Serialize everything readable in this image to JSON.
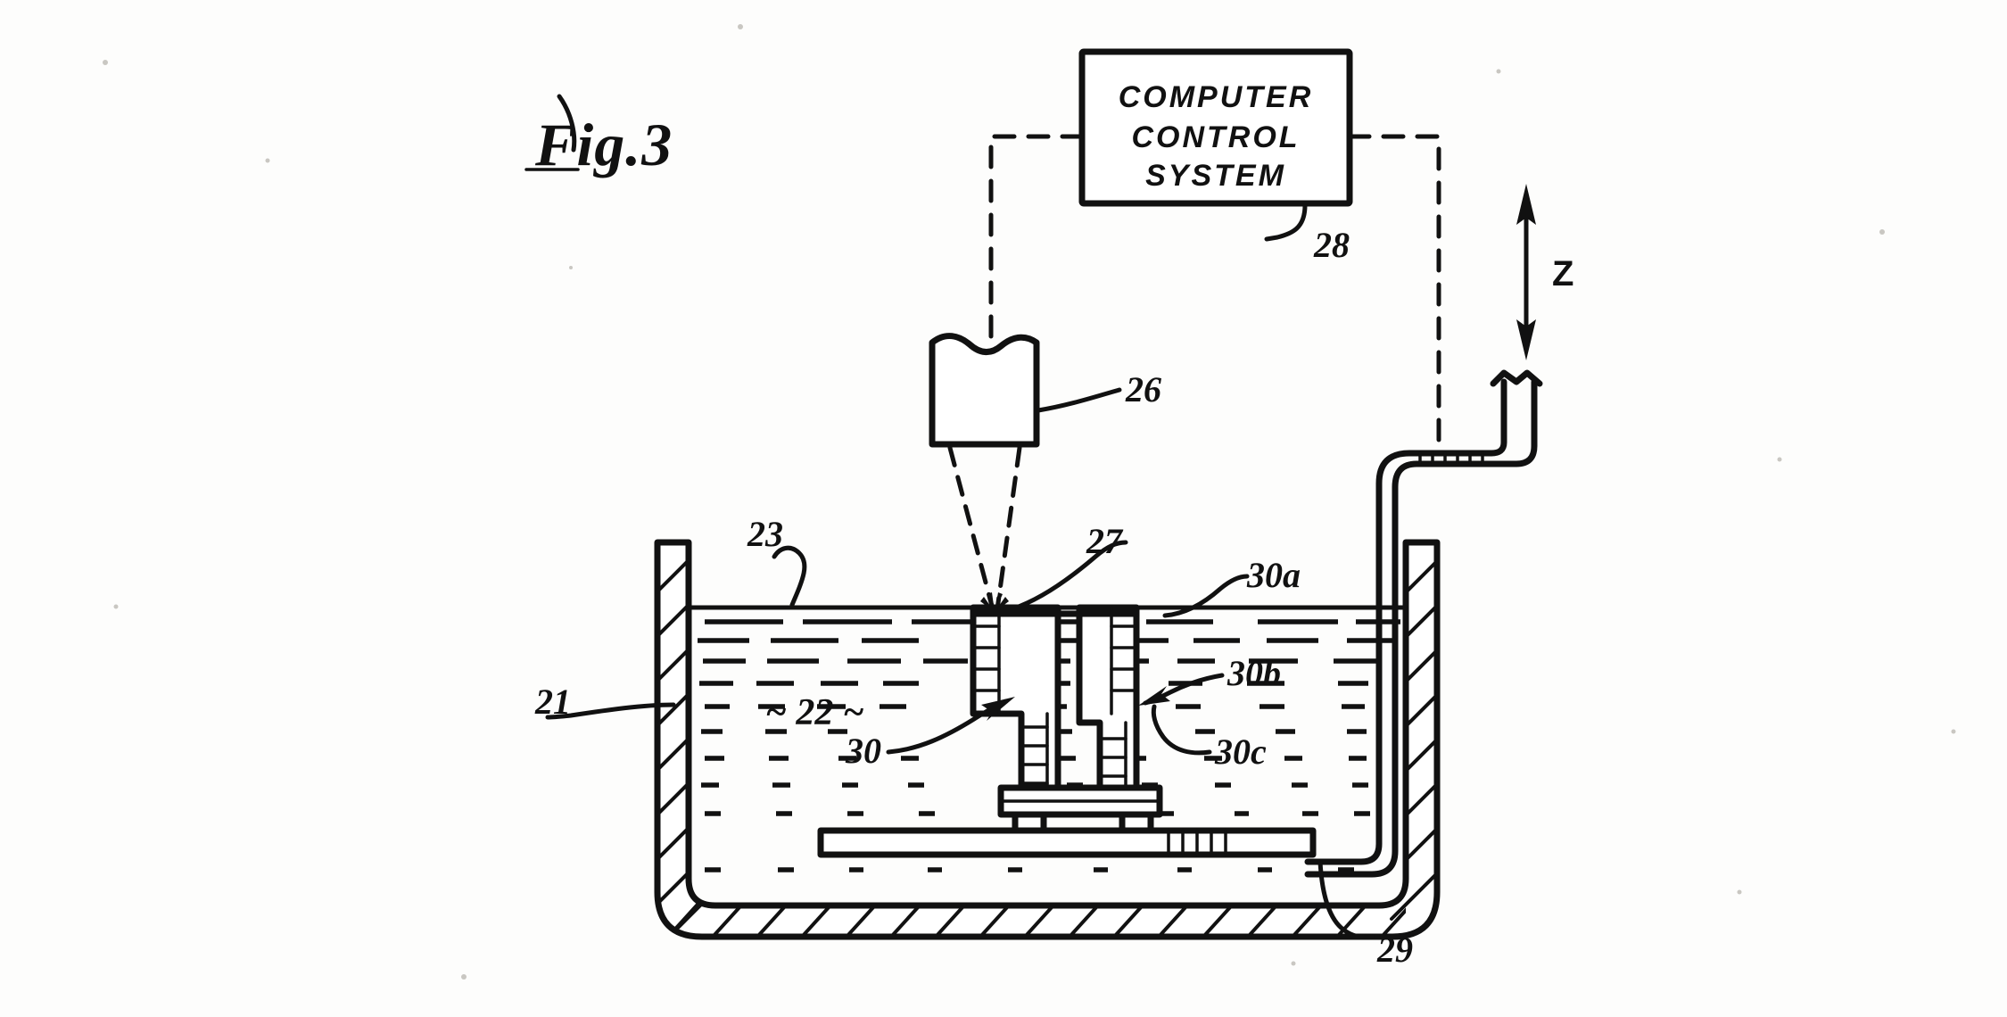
{
  "figure": {
    "title": "Fig.3",
    "domain": "patent-line-drawing",
    "background_color": "#fdfdfc",
    "ink_color": "#111111"
  },
  "control_box": {
    "name": "computer-control-system",
    "line1": "COMPUTER",
    "line2": "CONTROL",
    "line3": "SYSTEM",
    "reference_numeral": "28"
  },
  "axis": {
    "label": "Z",
    "name": "vertical-z-axis",
    "arrow": "double-headed-vertical"
  },
  "components": [
    {
      "numeral": "21",
      "name": "vat-container"
    },
    {
      "numeral": "22",
      "name": "photopolymer-liquid",
      "display": "~ 22 ~"
    },
    {
      "numeral": "23",
      "name": "liquid-surface"
    },
    {
      "numeral": "26",
      "name": "laser-scanner-head"
    },
    {
      "numeral": "27",
      "name": "beam-surface-intersection-point"
    },
    {
      "numeral": "28",
      "name": "computer-control-system"
    },
    {
      "numeral": "29",
      "name": "elevator-arm"
    },
    {
      "numeral": "30",
      "name": "part-being-built"
    },
    {
      "numeral": "30a",
      "name": "part-layer-a"
    },
    {
      "numeral": "30b",
      "name": "part-layer-b"
    },
    {
      "numeral": "30c",
      "name": "part-layer-c"
    }
  ],
  "labels": {
    "n21": "21",
    "n22": "~ 22 ~",
    "n23": "23",
    "n26": "26",
    "n27": "27",
    "n28": "28",
    "n29": "29",
    "n30": "30",
    "n30a": "30a",
    "n30b": "30b",
    "n30c": "30c"
  }
}
